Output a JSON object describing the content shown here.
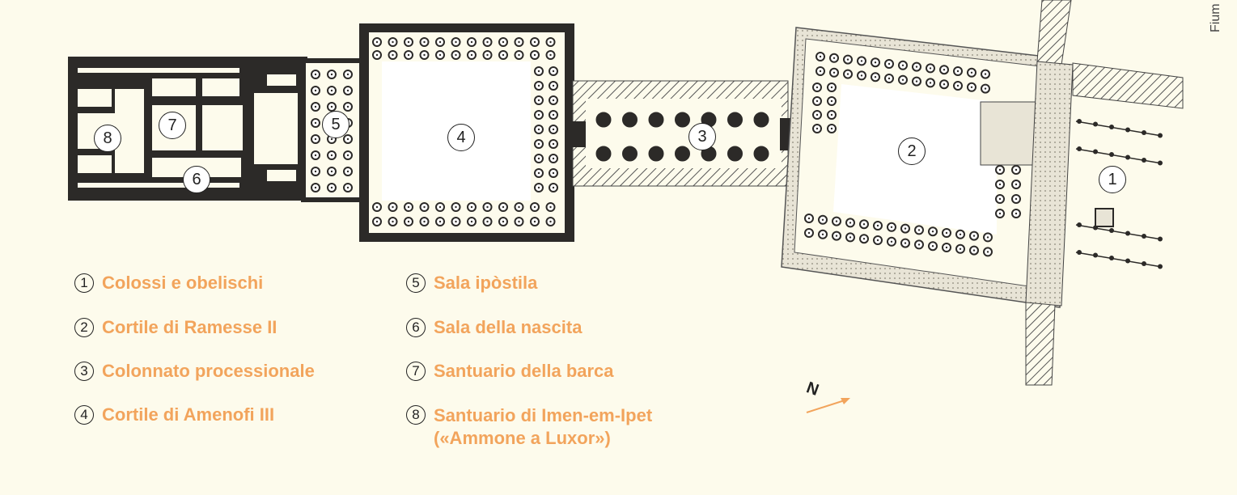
{
  "legend": [
    {
      "num": "1",
      "label": "Colossi e obelischi"
    },
    {
      "num": "2",
      "label": "Cortile di Ramesse II"
    },
    {
      "num": "3",
      "label": "Colonnato processionale"
    },
    {
      "num": "4",
      "label": "Cortile di Amenofi III"
    },
    {
      "num": "5",
      "label": "Sala ipòstila"
    },
    {
      "num": "6",
      "label": "Sala della nascita"
    },
    {
      "num": "7",
      "label": "Santuario della barca"
    },
    {
      "num": "8",
      "label": "Santuario di Imen-em-Ipet",
      "label2": "(«Ammone a Luxor»)"
    }
  ],
  "compass": "N",
  "river": "Fium",
  "colors": {
    "legend_text": "#f2a45c",
    "wall": "#2c2a28",
    "paving": "#d8d4c4",
    "accent_arrow": "#f2a45c"
  }
}
